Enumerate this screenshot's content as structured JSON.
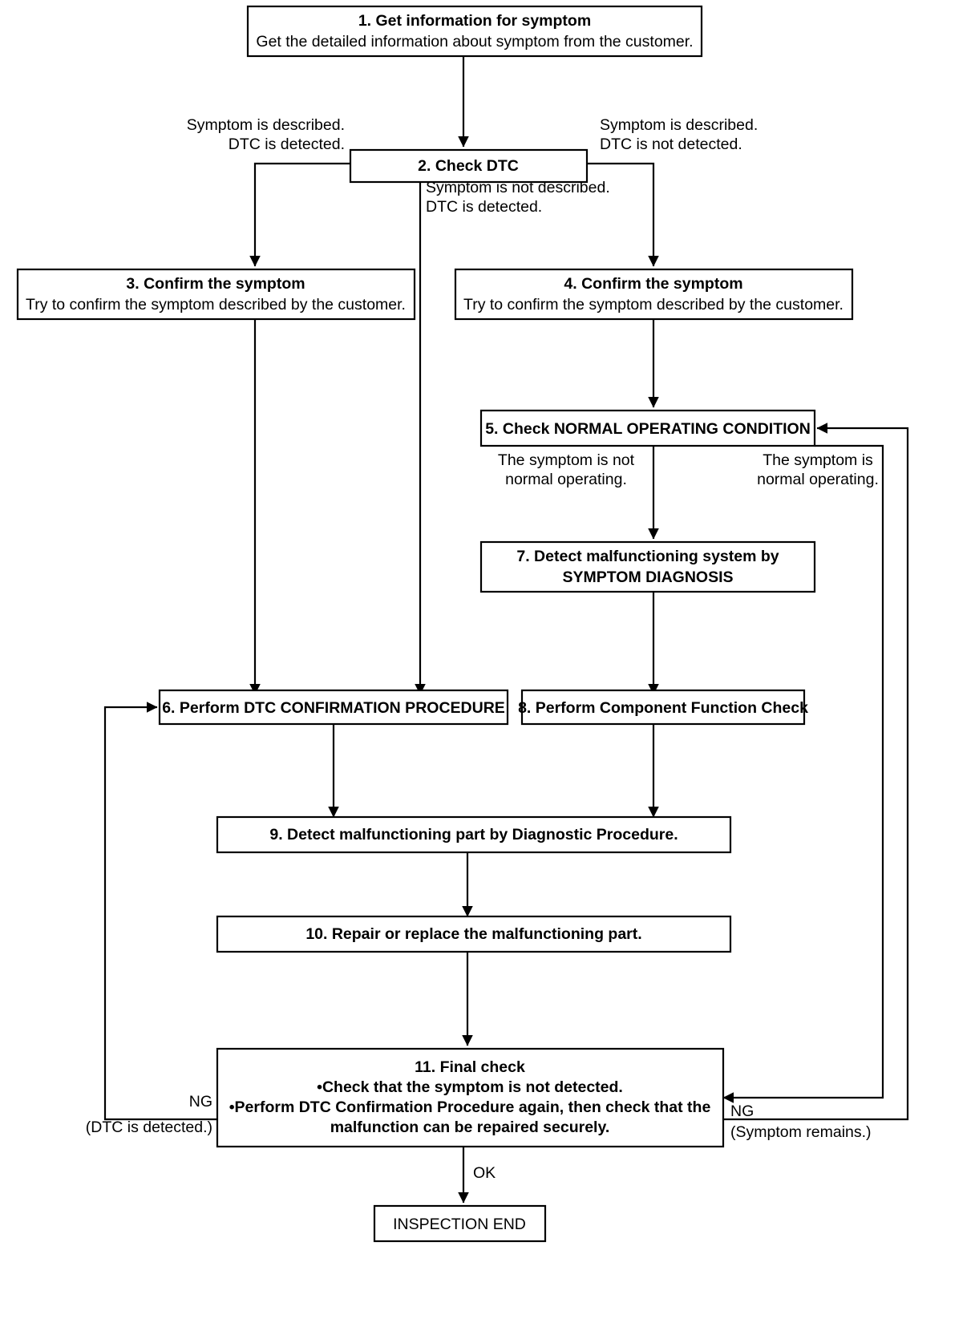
{
  "diagram": {
    "title": "Work Flow Diagnostic Procedure",
    "line_color": "#000000",
    "box_fill": "#ffffff",
    "nodes": {
      "n1": {
        "id": "1",
        "line1": "1. Get information for symptom",
        "line2": "Get the detailed information about symptom from the customer."
      },
      "n2": {
        "id": "2",
        "line1": "2. Check DTC"
      },
      "n3": {
        "id": "3",
        "line1": "3. Confirm the symptom",
        "line2": "Try to confirm the symptom described by the customer."
      },
      "n4": {
        "id": "4",
        "line1": "4. Confirm the symptom",
        "line2": "Try to confirm the symptom described by the customer."
      },
      "n5": {
        "id": "5",
        "line1": "5. Check NORMAL OPERATING CONDITION"
      },
      "n6": {
        "id": "6",
        "line1": "6. Perform DTC CONFIRMATION PROCEDURE"
      },
      "n7": {
        "id": "7",
        "line1": "7. Detect malfunctioning system by",
        "line2": "SYMPTOM DIAGNOSIS"
      },
      "n8": {
        "id": "8",
        "line1": "8. Perform Component Function Check"
      },
      "n9": {
        "id": "9",
        "line1": "9. Detect malfunctioning part by Diagnostic Procedure."
      },
      "n10": {
        "id": "10",
        "line1": "10. Repair or replace the malfunctioning part."
      },
      "n11": {
        "id": "11",
        "line1": "11. Final check",
        "line2": "•Check that the symptom is not detected.",
        "line3": "•Perform DTC Confirmation Procedure again, then check that the",
        "line4": "malfunction can be repaired securely."
      },
      "n12": {
        "id": "12",
        "line1": "INSPECTION END"
      }
    },
    "edge_labels": {
      "left_branch_line1": "Symptom is described.",
      "left_branch_line2": "DTC is detected.",
      "right_branch_line1": "Symptom is described.",
      "right_branch_line2": "DTC is not detected.",
      "center_branch_line1": "Symptom is not described.",
      "center_branch_line2": "DTC is detected.",
      "not_normal_line1": "The symptom is not",
      "not_normal_line2": "normal operating.",
      "normal_line1": "The symptom is",
      "normal_line2": "normal operating.",
      "ng_left_line1": "NG",
      "ng_left_line2": "(DTC is detected.)",
      "ng_right_line1": "NG",
      "ng_right_line2": "(Symptom remains.)",
      "ok": "OK"
    }
  }
}
